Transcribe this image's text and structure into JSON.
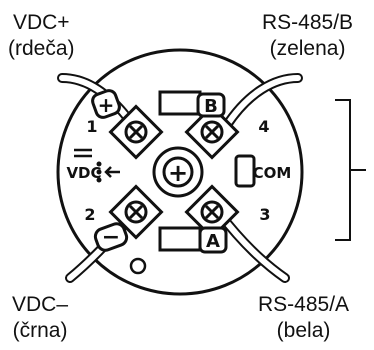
{
  "labels": {
    "top_left_title": "VDC+",
    "top_left_color": "(rdeča)",
    "top_right_title": "RS-485/B",
    "top_right_color": "(zelena)",
    "bottom_left_title": "VDC–",
    "bottom_left_color": "(črna)",
    "bottom_right_title": "RS-485/A",
    "bottom_right_color": "(bela)"
  },
  "terminals": {
    "t1_number": "1",
    "t2_number": "2",
    "t3_number": "3",
    "t4_number": "4",
    "plus_symbol": "+",
    "minus_symbol": "−",
    "b_letter": "B",
    "a_letter": "A",
    "com_label": "COM",
    "vdc_label": "VDC",
    "center_symbol": "+"
  },
  "colors": {
    "ink": "#111111",
    "background": "#ffffff"
  }
}
